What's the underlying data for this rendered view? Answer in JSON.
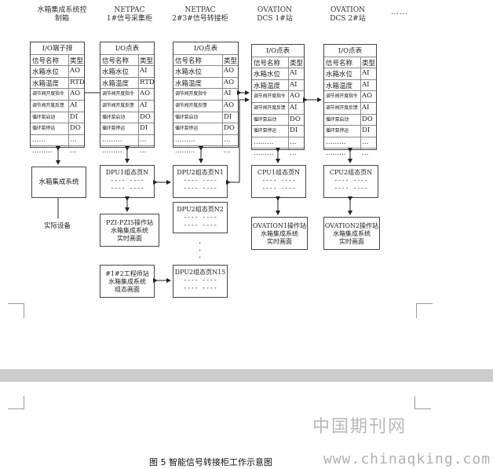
{
  "headers": {
    "col1": [
      "水箱集成系统控",
      "制箱"
    ],
    "col2": [
      "NETPAC",
      "1#信号采集柜"
    ],
    "col3": [
      "NETPAC",
      "2#3#信号转接柜"
    ],
    "col4": [
      "OVATION",
      "DCS 1#站"
    ],
    "col5": [
      "OVATION",
      "DCS 2#站"
    ],
    "more": "……"
  },
  "terminal_table": {
    "title": "I/O端子排",
    "head": [
      "信号名称",
      "类型"
    ],
    "rows": [
      [
        "水箱水位",
        "AO"
      ],
      [
        "水箱温度",
        "RTD"
      ],
      [
        "调节阀开度指令",
        "AO"
      ],
      [
        "调节阀开度反馈",
        "AI"
      ],
      [
        "循环泵启动",
        "DI"
      ],
      [
        "循环泵停运",
        "DO"
      ],
      [
        "……",
        "…"
      ],
      [
        "………",
        "…"
      ]
    ]
  },
  "table_netpac1": {
    "title": "I/O点表",
    "head": [
      "信号名称",
      "类型"
    ],
    "rows": [
      [
        "水箱水位",
        "AI"
      ],
      [
        "水箱温度",
        "RTD"
      ],
      [
        "调节阀开度指令",
        "AO"
      ],
      [
        "调节阀开度反馈",
        "AI"
      ],
      [
        "循环泵启动",
        "DO"
      ],
      [
        "循环泵停运",
        "DI"
      ],
      [
        "………",
        "…"
      ],
      [
        "………",
        "…"
      ]
    ]
  },
  "table_netpac23": {
    "title": "I/O点表",
    "head": [
      "信号名称",
      "类型"
    ],
    "rows": [
      [
        "水箱水位",
        "AO"
      ],
      [
        "水箱温度",
        "AO"
      ],
      [
        "调节阀开度指令",
        "AI"
      ],
      [
        "调节阀开度反馈",
        "AO"
      ],
      [
        "循环泵启动",
        "DI"
      ],
      [
        "循环泵停运",
        "DO"
      ],
      [
        "………",
        "…"
      ],
      [
        "………",
        "…"
      ]
    ]
  },
  "table_dcs1": {
    "title": "I/O点表",
    "head": [
      "信号名称",
      "类型"
    ],
    "rows": [
      [
        "水箱水位",
        "AI"
      ],
      [
        "水箱温度",
        "AI"
      ],
      [
        "调节阀开度指令",
        "AO"
      ],
      [
        "调节阀开度反馈",
        "AI"
      ],
      [
        "循环泵启动",
        "DO"
      ],
      [
        "循环泵停运",
        "DI"
      ],
      [
        "………",
        "…"
      ],
      [
        "………",
        "…"
      ]
    ]
  },
  "table_dcs2": {
    "title": "I/O点表",
    "head": [
      "信号名称",
      "类型"
    ],
    "rows": [
      [
        "水箱水位",
        "AI"
      ],
      [
        "水箱温度",
        "AI"
      ],
      [
        "调节阀开度指令",
        "AO"
      ],
      [
        "调节阀开度反馈",
        "AI"
      ],
      [
        "循环泵启动",
        "DO"
      ],
      [
        "循环泵停运",
        "DI"
      ],
      [
        "………",
        "…"
      ],
      [
        "………",
        "…"
      ]
    ]
  },
  "boxes": {
    "tank_system": "水箱集成系统",
    "real_device": "实际设备",
    "dpu1": "DPU1组态页N",
    "dpu2_n1": "DPU2组态页N1",
    "dpu2_n2": "DPU2组态页N2",
    "dpu2_n15": "DPU2组态页N15",
    "cpu1": "CPU1组态页N",
    "cpu2": "CPU2组态页N",
    "pzi_station": [
      "PZI-PZI5操作站",
      "水箱集成系统",
      "实时画面"
    ],
    "eng_station": [
      "#1#2工程师站",
      "水箱集成系统",
      "组态画面"
    ],
    "ovation1_station": [
      "OVATION1操作站",
      "水箱集成系统",
      "实时画面"
    ],
    "ovation2_station": [
      "OVATION2操作站",
      "水箱集成系统",
      "实时画面"
    ],
    "dash_line": "---- ----",
    "vdots": "·"
  },
  "caption": "图 5    智能信号转接柜工作示意图",
  "watermark": {
    "cn": "中国期刊网",
    "url": "www.chinaqking.com"
  }
}
